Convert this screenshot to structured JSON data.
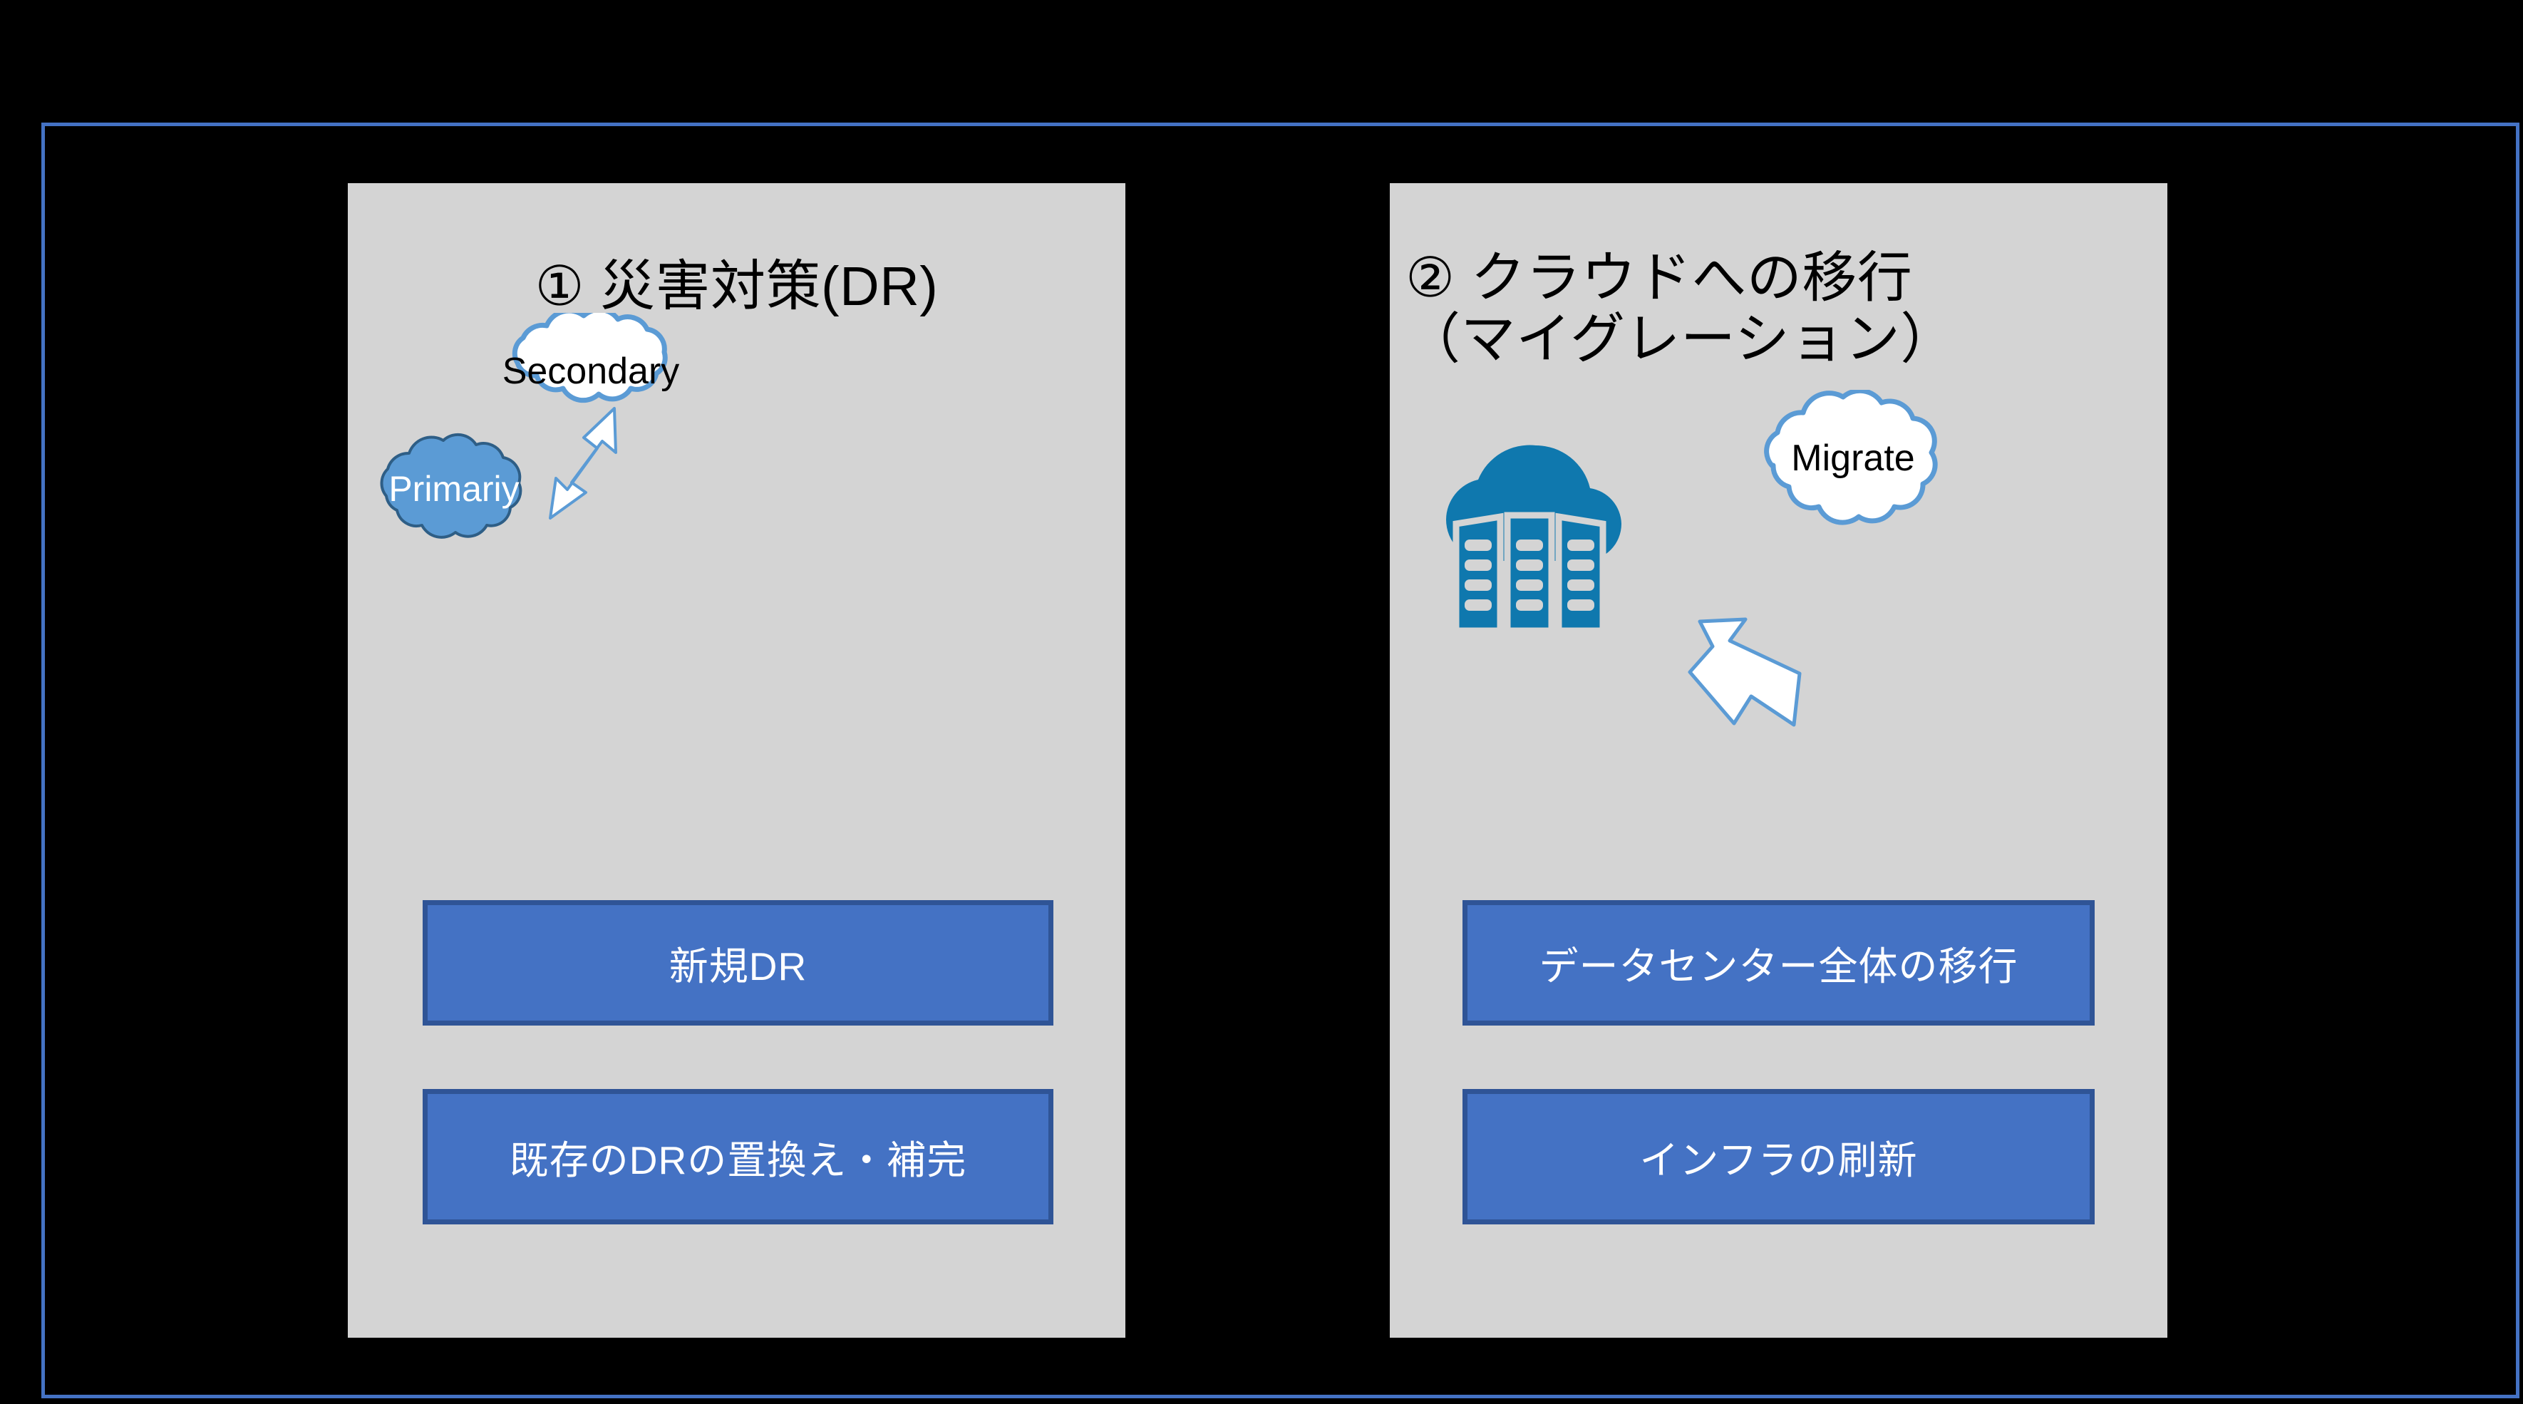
{
  "slide": {
    "background_color": "#000000",
    "frame_color": "#4472C4",
    "panel_background": "#D4D4D4"
  },
  "panels": [
    {
      "id": "dr",
      "title": "①  災害対策(DR)",
      "clouds": [
        {
          "name": "secondary",
          "label": "Secondary",
          "fill": "#FFFFFF",
          "stroke": "#5B9BD5",
          "text_color": "#000000"
        },
        {
          "name": "primary",
          "label": "Primariy",
          "fill": "#5B9BD5",
          "stroke": "#2E5E86",
          "text_color": "#FFFFFF"
        }
      ],
      "arrow": {
        "name": "double-headed-arrow",
        "direction": "up-right-down-left",
        "fill": "#FFFFFF",
        "stroke": "#5B9BD5"
      },
      "buttons": [
        {
          "label": "新規DR",
          "fill": "#4472C4",
          "border": "#2F5496",
          "text_color": "#FFFFFF"
        },
        {
          "label": "既存のDRの置換え・補完",
          "fill": "#4472C4",
          "border": "#2F5496",
          "text_color": "#FFFFFF"
        }
      ]
    },
    {
      "id": "migrate",
      "title": "②  クラウドへの移行\n（マイグレーション）",
      "datacenter_icon": {
        "name": "datacenter-cloud-icon",
        "cloud_fill": "#0F78AE",
        "building_fill": "#0F78AE",
        "window_fill": "#D4D4D4"
      },
      "clouds": [
        {
          "name": "migrate",
          "label": "Migrate",
          "fill": "#FFFFFF",
          "stroke": "#5B9BD5",
          "text_color": "#000000"
        }
      ],
      "arrow": {
        "name": "single-arrow",
        "direction": "up-left",
        "fill": "#FFFFFF",
        "stroke": "#5B9BD5"
      },
      "buttons": [
        {
          "label": "データセンター全体の移行",
          "fill": "#4472C4",
          "border": "#2F5496",
          "text_color": "#FFFFFF"
        },
        {
          "label": "インフラの刷新",
          "fill": "#4472C4",
          "border": "#2F5496",
          "text_color": "#FFFFFF"
        }
      ]
    }
  ]
}
